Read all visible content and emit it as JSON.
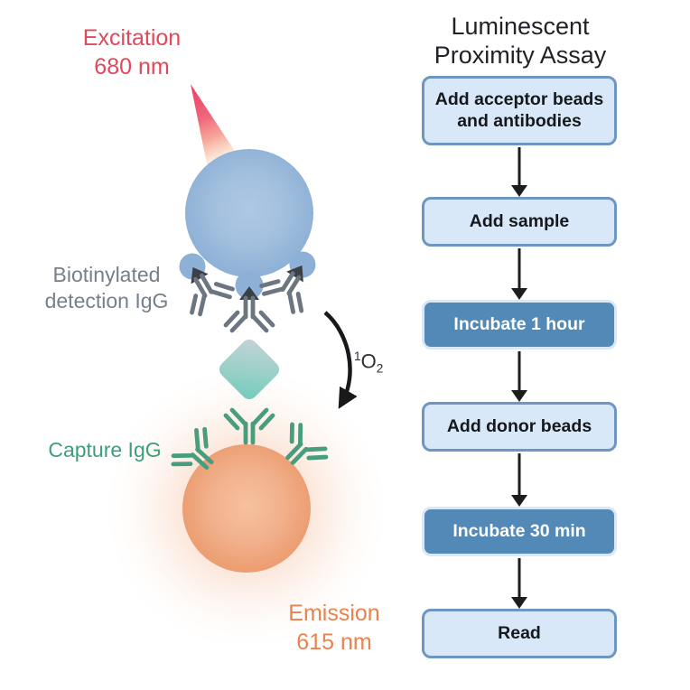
{
  "diagram": {
    "excitation": {
      "line1": "Excitation",
      "line2": "680 nm"
    },
    "detection": {
      "line1": "Biotinylated",
      "line2": "detection IgG"
    },
    "capture": {
      "label": "Capture IgG"
    },
    "emission": {
      "line1": "Emission",
      "line2": "615 nm"
    },
    "singlet_oxygen": {
      "sup": "1",
      "base": "O",
      "sub": "2"
    }
  },
  "flowchart": {
    "title": "Luminescent Proximity Assay",
    "steps": [
      {
        "label": "Add acceptor beads and antibodies",
        "variant": "light"
      },
      {
        "label": "Add sample",
        "variant": "light"
      },
      {
        "label": "Incubate 1 hour",
        "variant": "dark"
      },
      {
        "label": "Add donor beads",
        "variant": "light"
      },
      {
        "label": "Incubate 30 min",
        "variant": "dark"
      },
      {
        "label": "Read",
        "variant": "light"
      }
    ]
  },
  "colors": {
    "excitation_red": "#e2485a",
    "emission_orange": "#e8824e",
    "capture_green": "#3f9e7a",
    "detection_gray": "#75808a",
    "donor_bead_blue": "#8db0d6",
    "acceptor_bead_orange": "#ec9b6e",
    "analyte_teal": "#7accbe",
    "antibody_gray": "#6b7680",
    "antibody_green": "#479d7d",
    "flow_light_fill": "#d9e8f8",
    "flow_dark_fill": "#5289b7",
    "flow_light_border": "#6d97c2",
    "flow_dark_border": "#dbe7f2",
    "arrow_black": "#1b1d1f"
  },
  "icons": {
    "excitation-beam-icon": "pink laser beam triangle",
    "donor-bead-icon": "blue donor bead sphere with attachment bumps",
    "detection-antibody-icon": "gray Y-shaped biotinylated detection IgG with dark biotin arrowhead",
    "analyte-icon": "teal rounded diamond analyte",
    "capture-antibody-icon": "green Y-shaped capture IgG",
    "acceptor-bead-icon": "orange acceptor bead sphere",
    "emission-glow-icon": "soft orange luminescence glow",
    "singlet-oxygen-arrow-icon": "black curved transfer arrow",
    "flow-arrow-icon": "black downward flow arrow"
  }
}
